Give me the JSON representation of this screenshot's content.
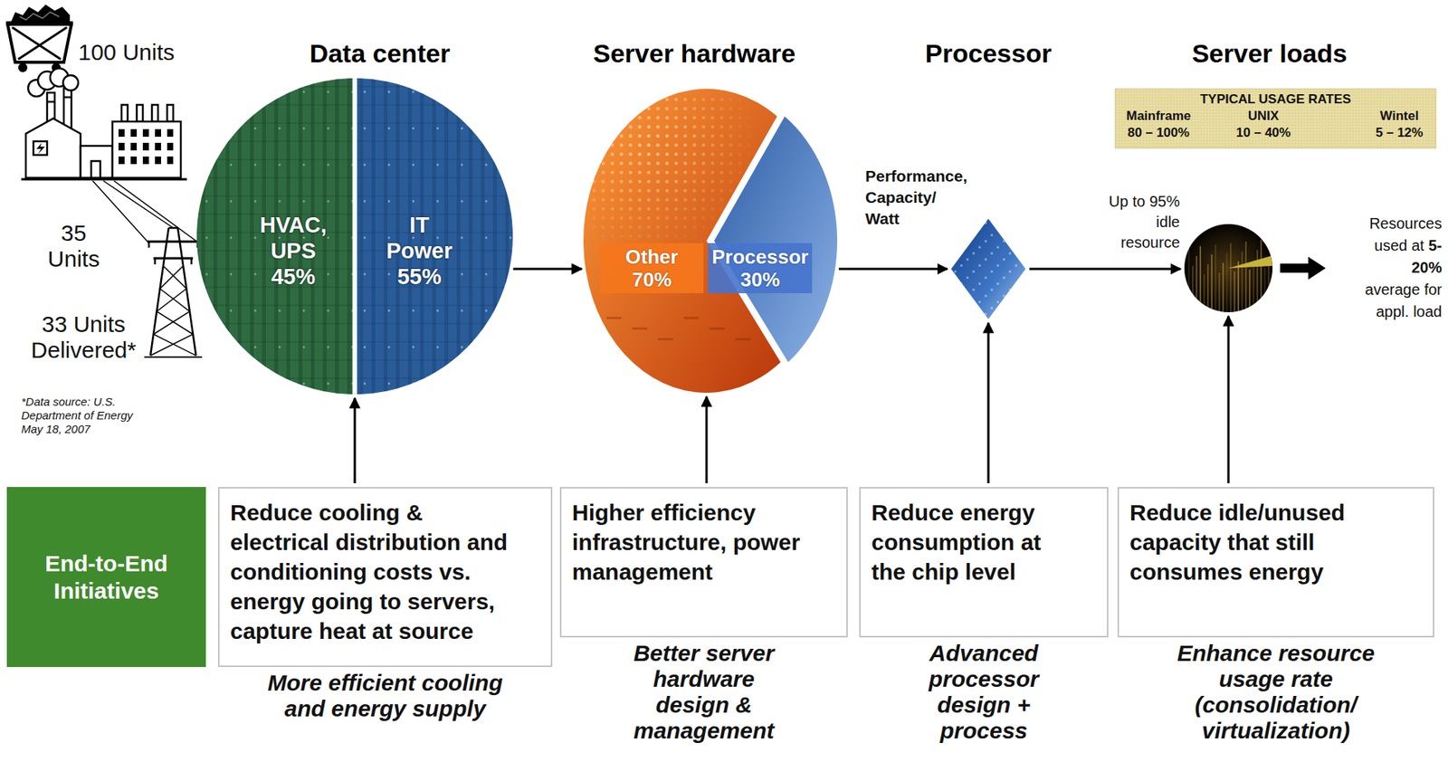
{
  "diagram": {
    "nodes": [
      {
        "text": [
          "Data center"
        ]
      },
      {
        "text": [
          "HVAC, UPS",
          "45%"
        ],
        "in": 0
      },
      {
        "text": [
          "IT Power",
          "55%"
        ],
        "in": 0
      },
      {
        "text": [
          "Server hardware"
        ]
      },
      {
        "text": [
          "Other",
          "70%"
        ],
        "in": 3
      },
      {
        "text": [
          "Processor",
          "30%"
        ],
        "in": 3
      },
      {
        "text": [
          "Processor"
        ]
      },
      {
        "text": [
          "Server loads"
        ]
      },
      {
        "text": [
          "End-to-End Initiatives"
        ]
      },
      {
        "text": [
          "Reduce cooling & electrical distribution and conditioning costs vs. energy going to servers, capture heat at source",
          "More efficient cooling and energy supply"
        ]
      },
      {
        "text": [
          "Higher efficiency infrastructure, power management",
          "Better server hardware design & management"
        ]
      },
      {
        "text": [
          "Reduce energy consumption at the chip level",
          "Advanced processor design + process"
        ]
      },
      {
        "text": [
          "Reduce idle/unused capacity that still consumes energy",
          "Enhance resource usage rate (consolidation/ virtualization)"
        ]
      }
    ],
    "edges": [
      {
        "from": 0,
        "to": 3,
        "arrow": "to"
      },
      {
        "from": 3,
        "to": 6,
        "arrow": "to"
      },
      {
        "from": 6,
        "to": 7,
        "arrow": "to"
      },
      {
        "from": 9,
        "to": 0,
        "arrow": "to"
      },
      {
        "from": 10,
        "to": 3,
        "arrow": "to"
      },
      {
        "from": 11,
        "to": 6,
        "arrow": "to"
      },
      {
        "from": 12,
        "to": 7,
        "arrow": "to"
      }
    ],
    "labels": [
      "100 Units",
      "35 Units",
      "33 Units Delivered*",
      "*Data source: U.S. Department of Energy May 18, 2007",
      "Performance, Capacity/ Watt",
      "TYPICAL USAGE RATES",
      "Mainframe",
      "UNIX",
      "Wintel",
      "80 – 100%",
      "10 – 40%",
      "5 – 12%",
      "Up to 95% idle resource",
      "Resources used at 5-20% average for appl. load"
    ]
  }
}
